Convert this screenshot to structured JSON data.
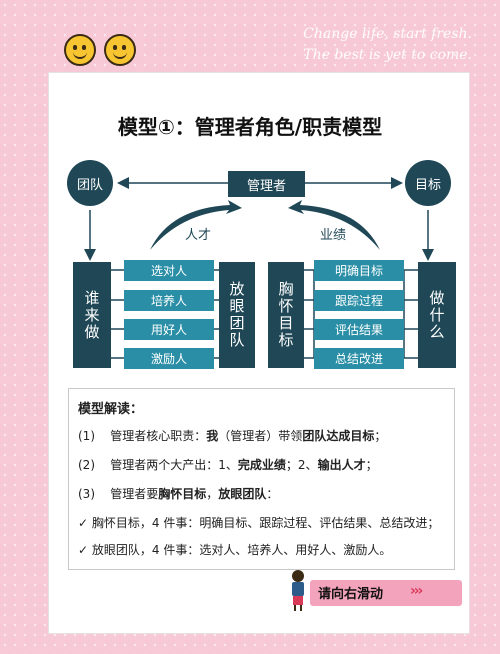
{
  "tagline": [
    "Change life, start fresh.",
    "The best is yet to come."
  ],
  "title": "模型①：管理者角色/职责模型",
  "nodes": {
    "team": "团队",
    "manager": "管理者",
    "goal": "目标",
    "talent": "人才",
    "performance": "业绩",
    "who": "谁来做",
    "team_focus": "放眼团队",
    "goal_focus": "胸怀目标",
    "what": "做什么"
  },
  "left_items": [
    "选对人",
    "培养人",
    "用好人",
    "激励人"
  ],
  "right_items": [
    "明确目标",
    "跟踪过程",
    "评估结果",
    "总结改进"
  ],
  "explain": {
    "heading": "模型解读：",
    "line1": {
      "num": "(1)",
      "a": "管理者核心职责：",
      "b": "我",
      "c": "（管理者）带领",
      "d": "团队达成目标",
      "e": "；"
    },
    "line2": {
      "num": "(2)",
      "a": "管理者两个大产出：1、",
      "b": "完成业绩",
      "c": "；2、",
      "d": "输出人才",
      "e": "；"
    },
    "line3": {
      "num": "(3)",
      "a": "管理者要",
      "b": "胸怀目标",
      "c": "，",
      "d": "放眼团队",
      "e": "："
    },
    "check1": "胸怀目标，4 件事：明确目标、跟踪过程、评估结果、总结改进；",
    "check2": "放眼团队，4 件事：选对人、培养人、用好人、激励人。",
    "check_mark": "✓"
  },
  "swipe_label": "请向右滑动",
  "swipe_chevrons": "›››",
  "colors": {
    "dark": "#1f4756",
    "teal": "#2a8fa6",
    "pink": "#f7c9d6"
  },
  "icons": [
    "smiley-icon",
    "smiley-icon",
    "teacher-icon",
    "chevron-right-icon"
  ]
}
